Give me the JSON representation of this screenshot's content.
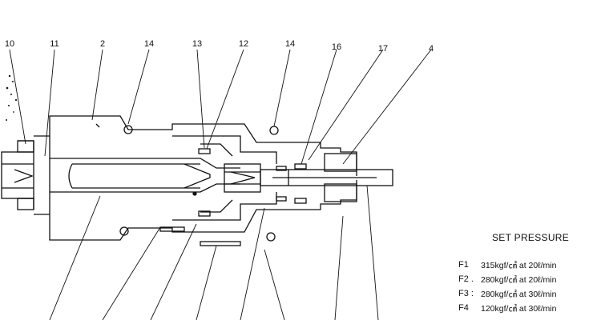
{
  "callouts": [
    "10",
    "11",
    "2",
    "14",
    "13",
    "12",
    "14",
    "16",
    "17",
    "4"
  ],
  "spec": {
    "title": "SET PRESSURE",
    "rows": [
      {
        "code": "F1",
        "value": "315kgf/㎠ at 20ℓ/min"
      },
      {
        "code": "F2 .",
        "value": "280kgf/㎠ at 20ℓ/min"
      },
      {
        "code": "F3 :",
        "value": "280kgf/㎠ at 30ℓ/min"
      },
      {
        "code": "F4",
        "value": "120kgf/㎠ at 30ℓ/min"
      }
    ]
  }
}
